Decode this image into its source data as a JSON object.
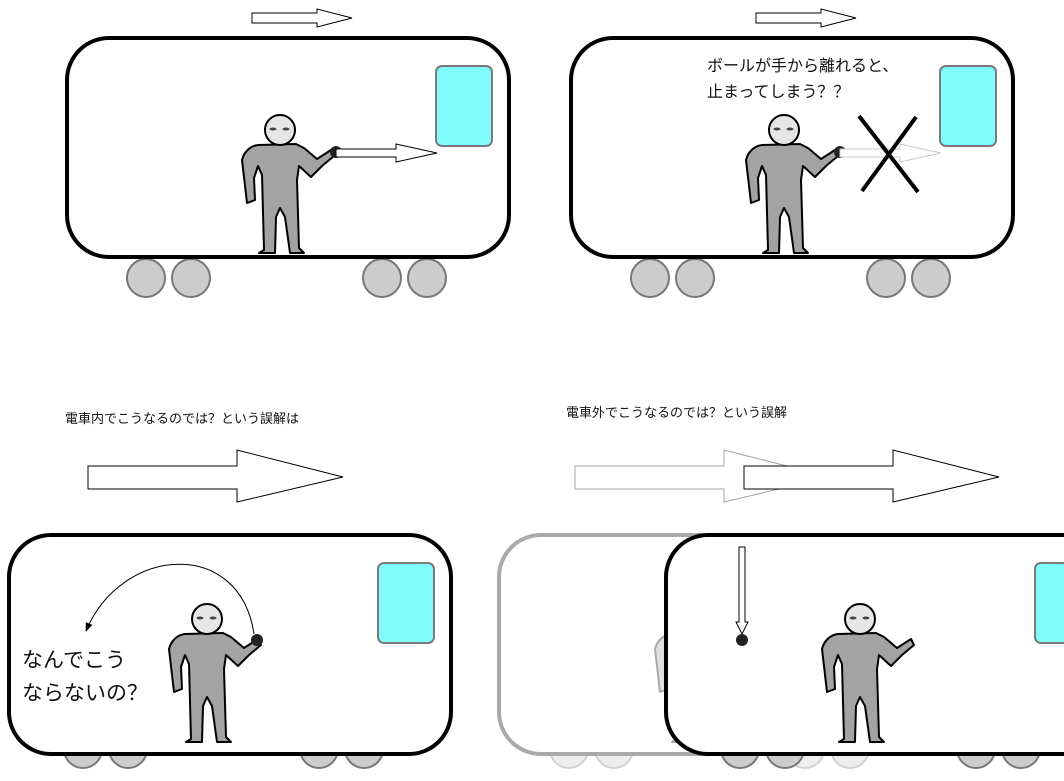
{
  "colors": {
    "window": "#80fcfc",
    "person": "#a3a3a3",
    "wheel": "#cccccc",
    "ball": "#222222",
    "stroke": "#000000"
  },
  "panels": [
    {
      "id": "top-left",
      "caption": "",
      "question_lines": []
    },
    {
      "id": "top-right",
      "caption": "",
      "question_lines": [
        "ボールが手から離れると、",
        "止まってしまう？？"
      ]
    },
    {
      "id": "bottom-left",
      "caption": "電車内でこうなるのでは？という誤解は",
      "question_lines": [
        "なんでこう",
        "ならないの？"
      ]
    },
    {
      "id": "bottom-right",
      "caption": "電車外でこうなるのでは？という誤解",
      "question_lines": []
    }
  ],
  "icons": [
    "train-car-icon",
    "person-icon",
    "ball-icon",
    "arrow-icon",
    "cross-icon",
    "window-icon",
    "wheel-icon"
  ]
}
